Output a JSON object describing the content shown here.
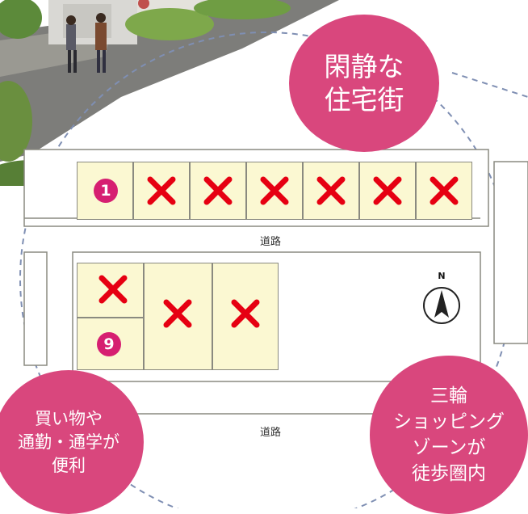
{
  "bubbles": {
    "quiet": [
      "閑静な",
      "住宅街"
    ],
    "shopping": [
      "買い物や",
      "通勤・通学が",
      "便利"
    ],
    "miwa": [
      "三輪",
      "ショッピング",
      "ゾーンが",
      "徒歩圏内"
    ]
  },
  "roads": {
    "upper": "道路",
    "lower": "道路"
  },
  "compass": {
    "label": "N"
  },
  "lots": [
    {
      "label": "1",
      "status": "available"
    },
    {
      "label": "",
      "status": "sold"
    },
    {
      "label": "",
      "status": "sold"
    },
    {
      "label": "",
      "status": "sold"
    },
    {
      "label": "",
      "status": "sold"
    },
    {
      "label": "",
      "status": "sold"
    },
    {
      "label": "",
      "status": "sold"
    },
    {
      "label": "",
      "status": "sold"
    },
    {
      "label": "9",
      "status": "available"
    },
    {
      "label": "",
      "status": "sold"
    },
    {
      "label": "",
      "status": "sold"
    }
  ],
  "colors": {
    "accent": "#d9477d",
    "lot_number": "#d61f71",
    "sold_mark": "#e60012",
    "lot_fill": "#fbf8d2",
    "boundary": "#7f8fb3"
  }
}
